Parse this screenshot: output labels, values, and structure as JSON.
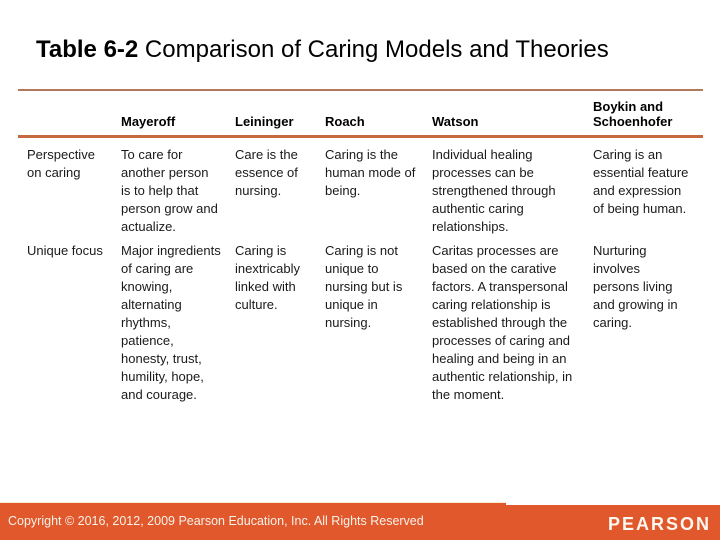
{
  "slide": {
    "title": {
      "bold": "Table 6-2",
      "regular": " Comparison of Caring Models and Theories"
    },
    "table": {
      "columns": [
        "",
        "Mayeroff",
        "Leininger",
        "Roach",
        "Watson",
        "Boykin and Schoenhofer"
      ],
      "rows": [
        {
          "label": "Perspective on caring",
          "cells": [
            "To care for another person is to help that person grow and actualize.",
            "Care is the essence of nursing.",
            "Caring is the human mode of being.",
            "Individual healing processes can be strengthened through authentic caring relationships.",
            "Caring is an essential feature and expression of being human."
          ]
        },
        {
          "label": "Unique focus",
          "cells": [
            "Major ingredients of caring are knowing, alternating rhythms, patience, honesty, trust, humility, hope, and courage.",
            "Caring is inextricably linked with culture.",
            "Caring is not unique to nursing but is unique in nursing.",
            "Caritas processes are based on the carative factors. A transpersonal caring relationship is established through the processes of caring and healing and being in an authentic relationship, in the moment.",
            "Nurturing involves persons living and growing in caring."
          ]
        }
      ]
    },
    "footer": {
      "copyright": "Copyright © 2016, 2012, 2009 Pearson Education, Inc. All Rights Reserved",
      "brand": "PEARSON"
    },
    "colors": {
      "footer_bar": "#e0582c",
      "table_top_line": "#b1795a",
      "header_underline": "#c5693f",
      "footer_highlight": "#f6ead2"
    }
  }
}
